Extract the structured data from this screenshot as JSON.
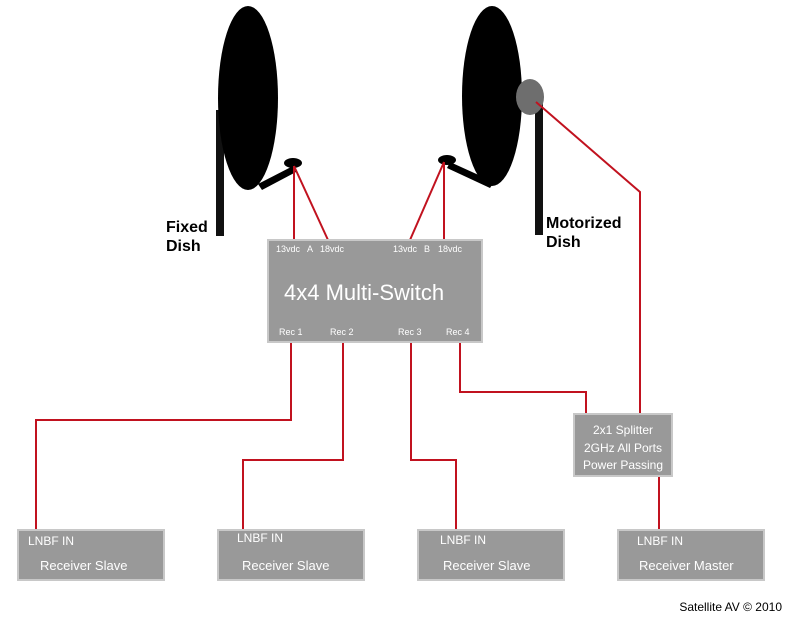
{
  "dishes": {
    "fixed_label_line1": "Fixed",
    "fixed_label_line2": "Dish",
    "motorized_label_line1": "Motorized",
    "motorized_label_line2": "Dish"
  },
  "multiswitch": {
    "title": "4x4 Multi-Switch",
    "input_a_13v": "13vdc",
    "input_a_letter": "A",
    "input_a_18v": "18vdc",
    "input_b_13v": "13vdc",
    "input_b_letter": "B",
    "input_b_18v": "18vdc",
    "outputs": [
      "Rec 1",
      "Rec 2",
      "Rec 3",
      "Rec 4"
    ]
  },
  "splitter": {
    "line1": "2x1 Splitter",
    "line2": "2GHz All Ports",
    "line3": "Power Passing"
  },
  "receivers": [
    {
      "input": "LNBF IN",
      "name": "Receiver Slave"
    },
    {
      "input": "LNBF IN",
      "name": "Receiver Slave"
    },
    {
      "input": "LNBF IN",
      "name": "Receiver Slave"
    },
    {
      "input": "LNBF IN",
      "name": "Receiver Master"
    }
  ],
  "copyright": "Satellite AV © 2010",
  "colors": {
    "wire": "#c1121f",
    "box": "#999999",
    "dish": "#000000",
    "motor": "#6e6e6e"
  }
}
